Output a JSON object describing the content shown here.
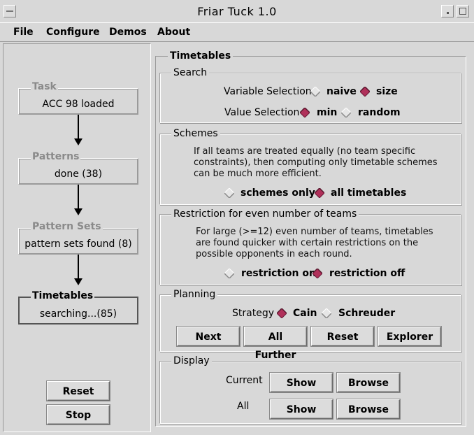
{
  "window": {
    "title": "Friar Tuck 1.0"
  },
  "menu": [
    {
      "label": "File"
    },
    {
      "label": "Configure"
    },
    {
      "label": "Demos"
    },
    {
      "label": "About"
    }
  ],
  "flow": {
    "stages": [
      {
        "label": "Task",
        "status": "ACC 98 loaded",
        "active": false
      },
      {
        "label": "Patterns",
        "status": "done (38)",
        "active": false
      },
      {
        "label": "Pattern Sets",
        "status": "pattern sets found (8)",
        "active": false
      },
      {
        "label": "Timetables",
        "status": "searching...(85)",
        "active": true
      }
    ],
    "reset_label": "Reset",
    "stop_label": "Stop"
  },
  "timetables": {
    "title": "Timetables",
    "search": {
      "title": "Search",
      "variable_selection_label": "Variable Selection",
      "variable_options": [
        {
          "label": "naive",
          "selected": false
        },
        {
          "label": "size",
          "selected": true
        }
      ],
      "value_selection_label": "Value Selection",
      "value_options": [
        {
          "label": "min",
          "selected": true
        },
        {
          "label": "random",
          "selected": false
        }
      ]
    },
    "schemes": {
      "title": "Schemes",
      "description_lines": [
        "If all teams are treated equally (no team specific",
        "constraints), then computing only timetable schemes",
        "can be much more efficient."
      ],
      "options": [
        {
          "label": "schemes only",
          "selected": false
        },
        {
          "label": "all timetables",
          "selected": true
        }
      ]
    },
    "restriction": {
      "title": "Restriction for even number of teams",
      "description_lines": [
        "For large (>=12) even number of teams, timetables",
        "are found quicker with certain restrictions on the",
        "possible opponents in each round."
      ],
      "options": [
        {
          "label": "restriction on",
          "selected": false
        },
        {
          "label": "restriction off",
          "selected": true
        }
      ]
    },
    "planning": {
      "title": "Planning",
      "strategy_label": "Strategy",
      "strategy_options": [
        {
          "label": "Cain",
          "selected": true
        },
        {
          "label": "Schreuder",
          "selected": false
        }
      ],
      "buttons": {
        "next": "Next",
        "all_further": "All Further",
        "reset": "Reset",
        "explorer": "Explorer"
      }
    },
    "display": {
      "title": "Display",
      "current_label": "Current",
      "all_label": "All",
      "show_label": "Show",
      "browse_label": "Browse"
    }
  },
  "colors": {
    "background": "#d8d8d8",
    "radio_selected": "#b0305a",
    "radio_unselected": "#dcdcdc"
  }
}
